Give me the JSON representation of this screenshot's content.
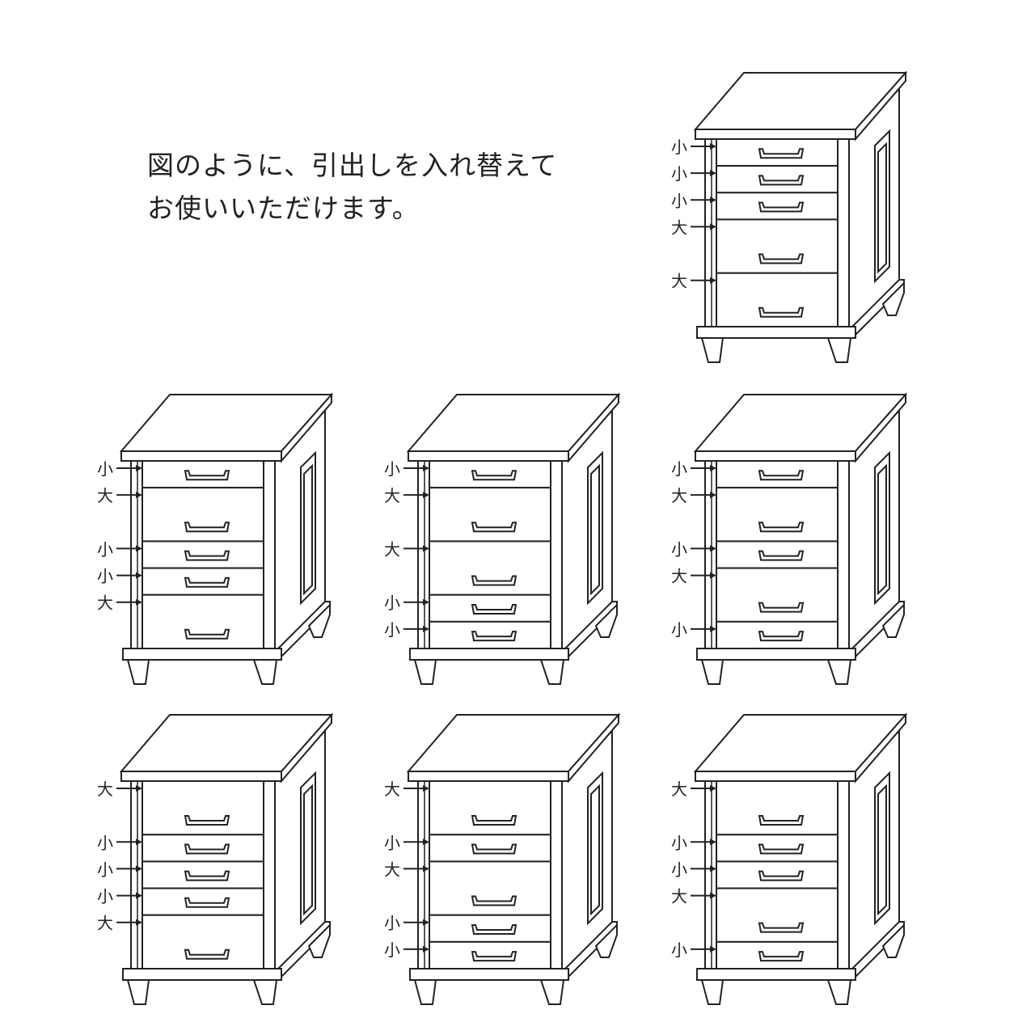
{
  "caption": {
    "line1": "図のように、引出しを入れ替えて",
    "line2": "お使いいただけます。"
  },
  "colors": {
    "line": "#222222",
    "paper": "#ffffff"
  },
  "cabinets": [
    {
      "id": "top",
      "drawers": [
        {
          "label": "小",
          "size": "small"
        },
        {
          "label": "小",
          "size": "small"
        },
        {
          "label": "小",
          "size": "small"
        },
        {
          "label": "大",
          "size": "large"
        },
        {
          "label": "大",
          "size": "large"
        }
      ]
    },
    {
      "id": "row1-1",
      "drawers": [
        {
          "label": "小",
          "size": "small"
        },
        {
          "label": "大",
          "size": "large"
        },
        {
          "label": "小",
          "size": "small"
        },
        {
          "label": "小",
          "size": "small"
        },
        {
          "label": "大",
          "size": "large"
        }
      ]
    },
    {
      "id": "row1-2",
      "drawers": [
        {
          "label": "小",
          "size": "small"
        },
        {
          "label": "大",
          "size": "large"
        },
        {
          "label": "大",
          "size": "large"
        },
        {
          "label": "小",
          "size": "small"
        },
        {
          "label": "小",
          "size": "small"
        }
      ]
    },
    {
      "id": "row1-3",
      "drawers": [
        {
          "label": "小",
          "size": "small"
        },
        {
          "label": "大",
          "size": "large"
        },
        {
          "label": "小",
          "size": "small"
        },
        {
          "label": "大",
          "size": "large"
        },
        {
          "label": "小",
          "size": "small"
        }
      ]
    },
    {
      "id": "row2-1",
      "drawers": [
        {
          "label": "大",
          "size": "large"
        },
        {
          "label": "小",
          "size": "small"
        },
        {
          "label": "小",
          "size": "small"
        },
        {
          "label": "小",
          "size": "small"
        },
        {
          "label": "大",
          "size": "large"
        }
      ]
    },
    {
      "id": "row2-2",
      "drawers": [
        {
          "label": "大",
          "size": "large"
        },
        {
          "label": "小",
          "size": "small"
        },
        {
          "label": "大",
          "size": "large"
        },
        {
          "label": "小",
          "size": "small"
        },
        {
          "label": "小",
          "size": "small"
        }
      ]
    },
    {
      "id": "row2-3",
      "drawers": [
        {
          "label": "大",
          "size": "large"
        },
        {
          "label": "小",
          "size": "small"
        },
        {
          "label": "小",
          "size": "small"
        },
        {
          "label": "大",
          "size": "large"
        },
        {
          "label": "小",
          "size": "small"
        }
      ]
    }
  ]
}
